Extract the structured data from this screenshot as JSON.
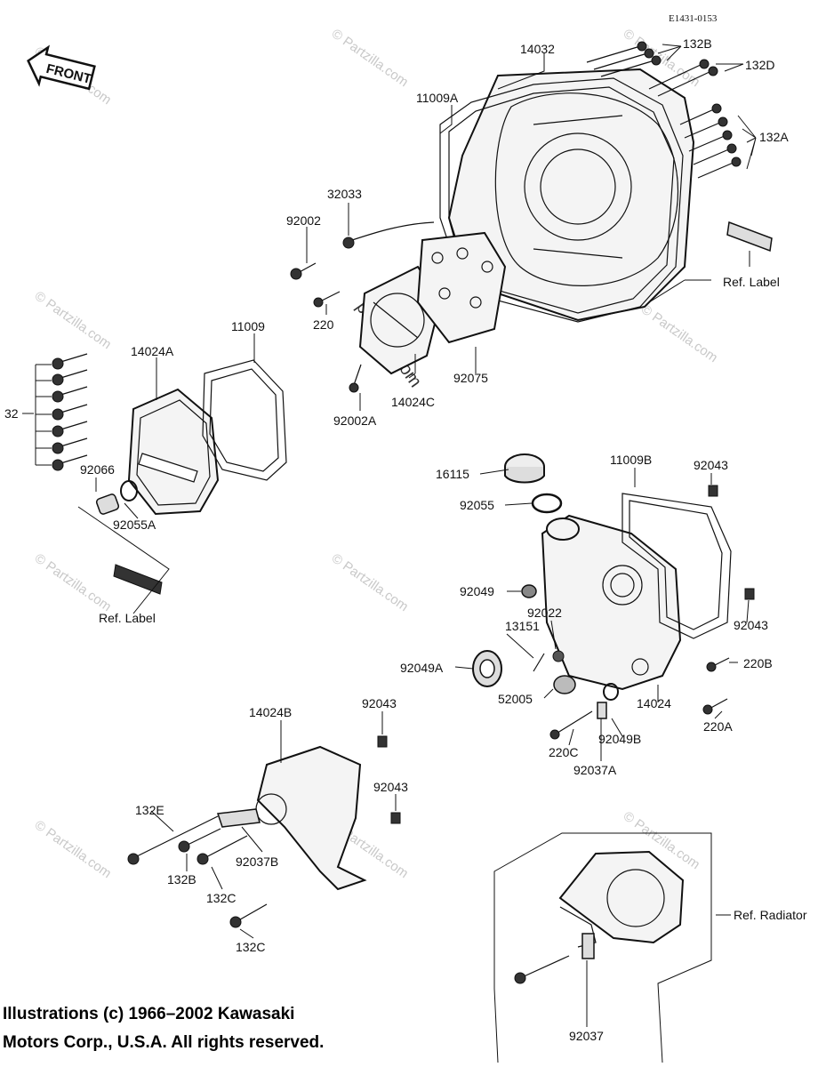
{
  "diagram_code": "E1431-0153",
  "front_label": "FRONT",
  "watermark": "© Partzilla.com",
  "watermark_center": "partzilla.com",
  "copyright_line1": "Illustrations (c) 1966–2002 Kawasaki",
  "copyright_line2": "Motors Corp., U.S.A.  All rights reserved.",
  "callouts": {
    "p14032": "14032",
    "p132B_top": "132B",
    "p132D": "132D",
    "p11009A": "11009A",
    "p132A": "132A",
    "p32033": "32033",
    "p92002": "92002",
    "ref_label_top": "Ref. Label",
    "p220": "220",
    "p11009": "11009",
    "p14024A": "14024A",
    "p92075": "92075",
    "p14024C": "14024C",
    "p92002A": "92002A",
    "p32": "32",
    "p92066": "92066",
    "p92055A": "92055A",
    "p16115": "16115",
    "p11009B": "11009B",
    "p92043_a": "92043",
    "p92055": "92055",
    "ref_label_left": "Ref. Label",
    "p92049": "92049",
    "p92022": "92022",
    "p92043_b": "92043",
    "p13151": "13151",
    "p92049A": "92049A",
    "p220B": "220B",
    "p52005": "52005",
    "p14024": "14024",
    "p92043_c": "92043",
    "p14024B": "14024B",
    "p220A": "220A",
    "p220C": "220C",
    "p92049B": "92049B",
    "p92037A": "92037A",
    "p92043_d": "92043",
    "p132E": "132E",
    "p92037B": "92037B",
    "p132B_bottom": "132B",
    "p132C_a": "132C",
    "p132C_b": "132C",
    "ref_radiator": "Ref. Radiator",
    "p92037": "92037"
  }
}
